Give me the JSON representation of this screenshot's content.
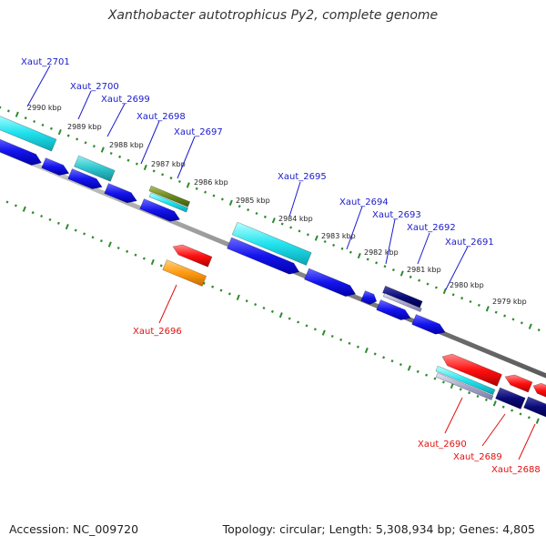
{
  "title": "Xanthobacter autotrophicus Py2, complete genome",
  "accession_text": "Accession: NC_009720",
  "summary_text": "Topology: circular; Length: 5,308,934 bp; Genes: 4,805",
  "colors": {
    "backbone": "#8a8a8a",
    "forward_label": "#1a1acc",
    "reverse_label": "#e01010",
    "ticks": "#2e8b2e"
  },
  "scale_labels": [
    "2990 kbp",
    "2989 kbp",
    "2988 kbp",
    "2987 kbp",
    "2986 kbp",
    "2985 kbp",
    "2984 kbp",
    "2983 kbp",
    "2982 kbp",
    "2981 kbp",
    "2980 kbp",
    "2979 kbp"
  ],
  "forward_genes": [
    "Xaut_2701",
    "Xaut_2700",
    "Xaut_2699",
    "Xaut_2698",
    "Xaut_2697",
    "Xaut_2695",
    "Xaut_2694",
    "Xaut_2693",
    "Xaut_2692",
    "Xaut_2691"
  ],
  "reverse_genes": [
    "Xaut_2696",
    "Xaut_2690",
    "Xaut_2689",
    "Xaut_2688"
  ]
}
